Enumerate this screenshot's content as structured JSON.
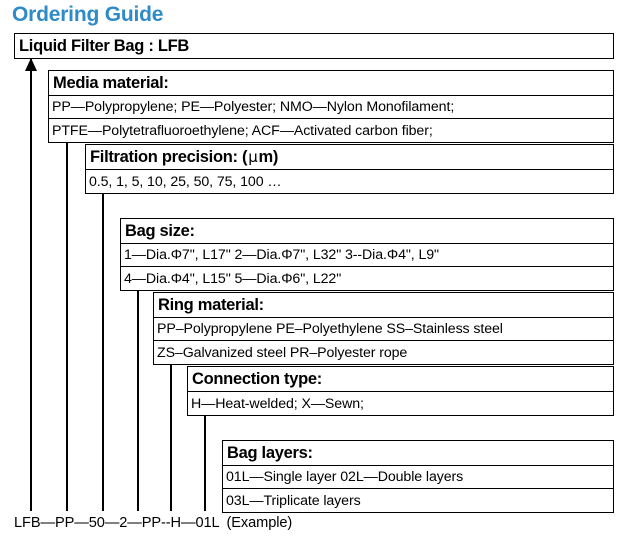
{
  "title": "Ordering Guide",
  "accent_color": "#2e8bc8",
  "line_color": "#000000",
  "sections": [
    {
      "id": "product",
      "header": "Liquid Filter Bag : LFB",
      "code": "LFB",
      "rows": []
    },
    {
      "id": "media-material",
      "header": "Media material:",
      "code": "PP",
      "rows": [
        "PP—Polypropylene;   PE—Polyester;   NMO—Nylon Monofilament;",
        "PTFE—Polytetrafluoroethylene;   ACF—Activated carbon fiber;"
      ]
    },
    {
      "id": "filtration-precision",
      "header_prefix": "Filtration precision: (",
      "header_symbol": "μ",
      "header_suffix": " m)",
      "code": "50",
      "rows": [
        "0.5,   1,   5,    10,    25,    50,    75,    100 …"
      ]
    },
    {
      "id": "bag-size",
      "header": "Bag size:",
      "code": "2",
      "rows": [
        "1—Dia.Φ7\", L17\"      2—Dia.Φ7\", L32\"      3--Dia.Φ4\", L9\"",
        "4—Dia.Φ4\", L15\"    5—Dia.Φ6\", L22\""
      ]
    },
    {
      "id": "ring-material",
      "header": "Ring material:",
      "code": "PP",
      "rows": [
        "PP–Polypropylene    PE–Polyethylene  SS–Stainless steel",
        "ZS–Galvanized steel  PR–Polyester rope"
      ]
    },
    {
      "id": "connection-type",
      "header": "Connection type:",
      "code": "H",
      "rows": [
        "H—Heat-welded;          X—Sewn;"
      ]
    },
    {
      "id": "bag-layers",
      "header": "Bag layers:",
      "code": "01L",
      "rows": [
        "01L—Single layer   02L—Double layers",
        "03L—Triplicate layers"
      ]
    }
  ],
  "example": {
    "code_string": "LFB—PP—50—2—PP--H—01L",
    "note": "(Example)"
  }
}
